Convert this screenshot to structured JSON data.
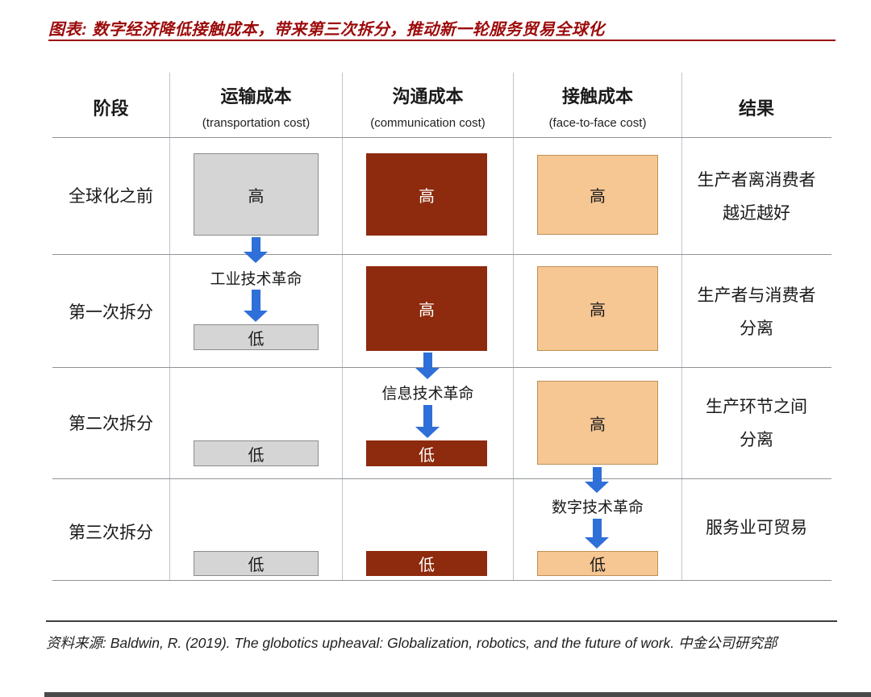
{
  "title": "图表: 数字经济降低接触成本，带来第三次拆分，推动新一轮服务贸易全球化",
  "colors": {
    "title-red": "#9c0a0a",
    "box-gray": "#d5d5d5",
    "box-gray-border": "#8c8c8c",
    "box-darkred": "#8e2a0d",
    "box-orange": "#f6c693",
    "box-orange-border": "#bf9055",
    "arrow-blue": "#2e6fd8",
    "grid-h": "#8f9499",
    "grid-v": "#c0c4c8",
    "footer-bar": "#4a4a4a",
    "source-line": "#3f3f3f"
  },
  "header": {
    "stage": "阶段",
    "transport_zh": "运输成本",
    "transport_en": "(transportation cost)",
    "comm_zh": "沟通成本",
    "comm_en": "(communication cost)",
    "face_zh": "接触成本",
    "face_en": "(face-to-face cost)",
    "result": "结果"
  },
  "stages": {
    "row1": "全球化之前",
    "row2": "第一次拆分",
    "row3": "第二次拆分",
    "row4": "第三次拆分"
  },
  "labels": {
    "high": "高",
    "low": "低"
  },
  "revolutions": {
    "industrial": "工业技术革命",
    "information": "信息技术革命",
    "digital": "数字技术革命"
  },
  "results": {
    "row1_line1": "生产者离消费者",
    "row1_line2": "越近越好",
    "row2_line1": "生产者与消费者",
    "row2_line2": "分离",
    "row3_line1": "生产环节之间",
    "row3_line2": "分离",
    "row4_line1": "服务业可贸易"
  },
  "source": "资料来源: Baldwin, R.  (2019). The globotics upheaval: Globalization, robotics, and the future of  work. 中金公司研究部"
}
